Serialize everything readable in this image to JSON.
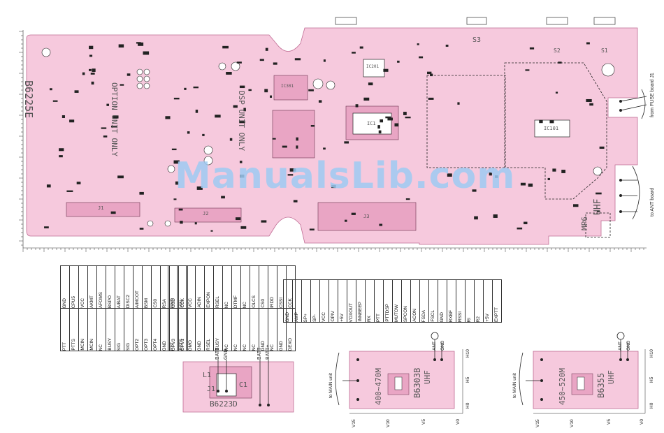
{
  "board": {
    "id": "B6225E",
    "dsp_label": "DSP UNIT ONLY",
    "option_label": "OPTION UNIT ONLY",
    "band_mark": "UHF",
    "mp_mark": "MP6",
    "s_marks": [
      "S1",
      "S2",
      "S3"
    ],
    "conn_refs": [
      "J1",
      "J2",
      "J3"
    ],
    "ic_labels": [
      "IC1",
      "IC101",
      "IC201",
      "IC301"
    ]
  },
  "side_labels": {
    "fuse": "from FUSE board J1",
    "ant": "to ANT board"
  },
  "tables": {
    "left": {
      "rows": [
        [
          "GND",
          "CPU5",
          "VCC",
          "AKMT",
          "AFOMS",
          "BSPO",
          "A/BAT",
          "DISC2",
          "A/MCOT",
          "BSM",
          "CS0",
          "RSA",
          "OSD",
          "CCK"
        ],
        [
          "PTT",
          "PTTS",
          "MCIN",
          "MCIN",
          "NC",
          "BUSY",
          "SIG",
          "SIG",
          "OPT2",
          "OPT3",
          "OPT4",
          "GND",
          "OPV3",
          "OPV1"
        ]
      ]
    },
    "middle": {
      "rows": [
        [
          "GND",
          "VIN",
          "VCC",
          "ADIN",
          "EXPON",
          "RSEL",
          "NC",
          "DTMF",
          "NC",
          "OLCS",
          "CS0",
          "IRDD",
          "CSSI",
          "CCK"
        ],
        [
          "PTT",
          "PTTS",
          "DMO",
          "GND",
          "RSEL",
          "BUSY",
          "NC",
          "NC",
          "NC",
          "NC",
          "GND",
          "NC",
          "GND",
          "DEXO"
        ]
      ]
    },
    "right": {
      "rows": [
        [
          "GND",
          "AMP",
          "SP+",
          "SP-",
          "VCC",
          "OPIV",
          "+5V",
          "VOXOUT",
          "INNBEEP",
          "RX",
          "PTT",
          "PTTDSP",
          "MUTOW",
          "SPCON",
          "ACON",
          "FSDA",
          "FSCL",
          "GND",
          "RXBF",
          "RSSI",
          "RI",
          "R2",
          "+5V",
          "EXPTT"
        ]
      ]
    }
  },
  "bottom_left": {
    "id": "B6223D",
    "pins": [
      "BATT",
      "GND",
      "BATT-",
      "BATT+"
    ],
    "parts": [
      "L1",
      "C1",
      "J1"
    ]
  },
  "bottom_mid": {
    "id": "B6303B",
    "band": "UHF",
    "freq": "400~470M",
    "side": "to MAIN unit",
    "pins": [
      "ANT",
      "GND"
    ],
    "vlabels": [
      "V15",
      "V10",
      "V5",
      "V0"
    ],
    "hlabels": [
      "H10",
      "H5",
      "H0"
    ]
  },
  "bottom_right": {
    "id": "B6355",
    "band": "UHF",
    "freq": "450~520M",
    "side": "to MAIN unit",
    "pins": [
      "ANT",
      "GND"
    ],
    "vlabels": [
      "V15",
      "V10",
      "V5",
      "V0"
    ],
    "hlabels": [
      "H10",
      "H5",
      "H0"
    ]
  },
  "watermark": "ManualsLib.com",
  "colors": {
    "board": "#f6c9dd",
    "board_dark": "#e9a5c4",
    "trace": "#fbe3ee",
    "line": "#2a2a2a",
    "watermark": "#9ecbf3"
  }
}
